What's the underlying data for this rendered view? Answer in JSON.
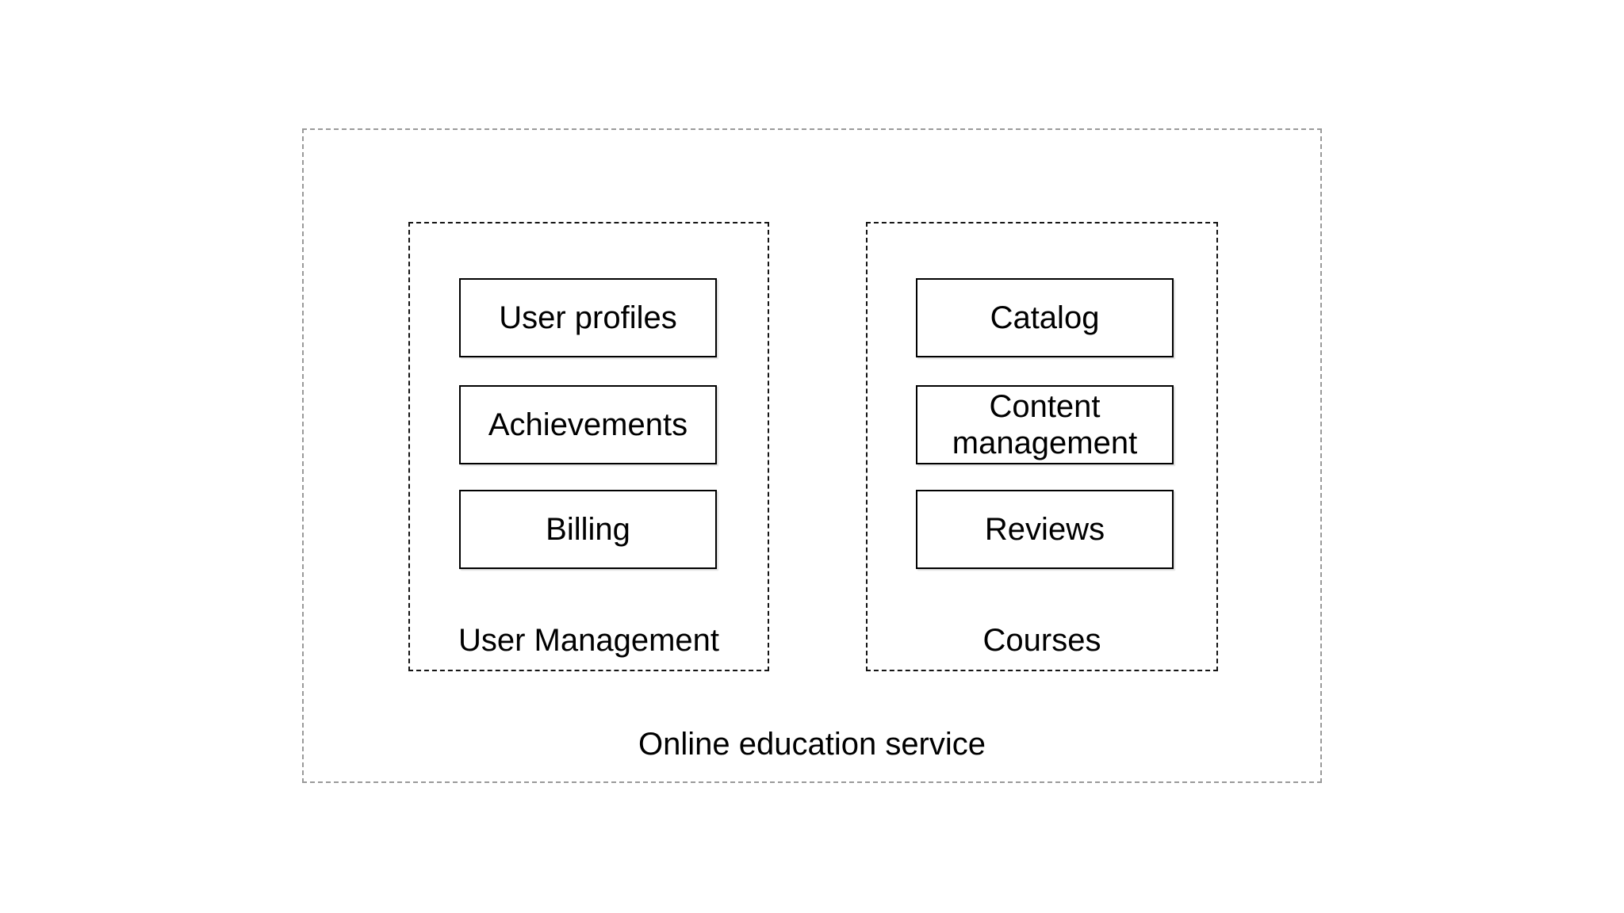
{
  "diagram": {
    "title": "Online education service",
    "groups": [
      {
        "label": "User Management",
        "items": [
          "User profiles",
          "Achievements",
          "Billing"
        ]
      },
      {
        "label": "Courses",
        "items": [
          "Catalog",
          "Content management",
          "Reviews"
        ]
      }
    ]
  },
  "colors": {
    "background": "#ffffff",
    "outer_dashed_border": "#9a9a9a",
    "group_dashed_border": "#141414",
    "node_border": "#000000",
    "node_fill": "#ffffff",
    "text": "#000000"
  }
}
